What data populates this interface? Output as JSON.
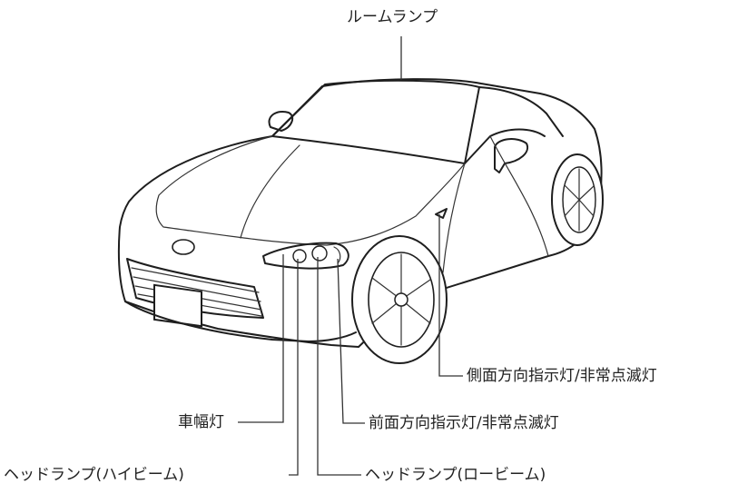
{
  "labels": {
    "room_lamp": "ルームランプ",
    "side_turn_signal": "側面方向指示灯/非常点滅灯",
    "clearance_lamp": "車幅灯",
    "front_turn_signal": "前面方向指示灯/非常点滅灯",
    "headlamp_high": "ヘッドランプ(ハイビーム)",
    "headlamp_low": "ヘッドランプ(ロービーム)"
  }
}
